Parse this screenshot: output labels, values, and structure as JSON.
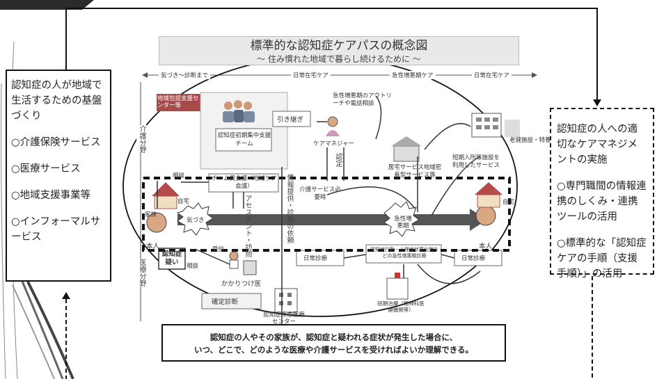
{
  "title": {
    "main": "標準的な認知症ケアパスの概念図",
    "sub": "～ 住み慣れた地域で暮らし続けるために ～"
  },
  "phases": [
    "気づき～診断まで",
    "日常在宅ケア",
    "急性増悪期ケア",
    "日常在宅ケア"
  ],
  "side_labels": {
    "care": "介護分野",
    "medical": "医療分野"
  },
  "left_box": {
    "heading": "認知症の人が地域で生活するための基盤づくり",
    "items": [
      "○介護保険サービス",
      "○医療サービス",
      "○地域支援事業等",
      "○インフォーマルサービス"
    ]
  },
  "right_box": {
    "heading": "認知症の人への適切なケアマネジメントの実施",
    "items": [
      "○専門職間の情報連携のしくみ・連携ツールの活用",
      "○標準的な「認知症ケアの手順（支援手順）」の活用"
    ]
  },
  "bottom_box": {
    "line1": "認知症の人やその家族が、認知症と疑われる症状が発生した場合に、",
    "line2": "いつ、どこで、どのような医療や介護サービスを受ければよいか理解できる。"
  },
  "labels": {
    "center": "地域包括支援センター等",
    "team": "認知症初期集中支援チーム",
    "meeting": "チーム員会議（地域ケア会議）",
    "handover": "引き継ぎ",
    "care_manager": "ケアマネジャー",
    "outreach": "急性増悪期のアウトリーチや電話相談",
    "home_service": "居宅サービス地域密着型サービス等",
    "short_stay": "短期入所等施設を利用したサービス",
    "facility": "老健施設・特養等",
    "home": "自宅",
    "family": "家族",
    "awareness": "気づき",
    "consult": "相談",
    "assessment": "アセスメント・訪問",
    "info": "情報提供・診療の依頼",
    "certify": "認定",
    "need": "介護サービス必要時",
    "acute": "急性増悪期",
    "person": "本人",
    "suspect": "認知症疑い",
    "visit": "受診",
    "gp": "かかりつけ医",
    "daily1": "日常診療",
    "bpsd": "認知症行動・心理症状悪化時などの急性増悪期診療",
    "daily2": "日常診療",
    "diagnosis": "確定診断",
    "disease_center": "認知症疾患医療センター",
    "short_hosp": "短期治療（精神科医療機関等）"
  }
}
